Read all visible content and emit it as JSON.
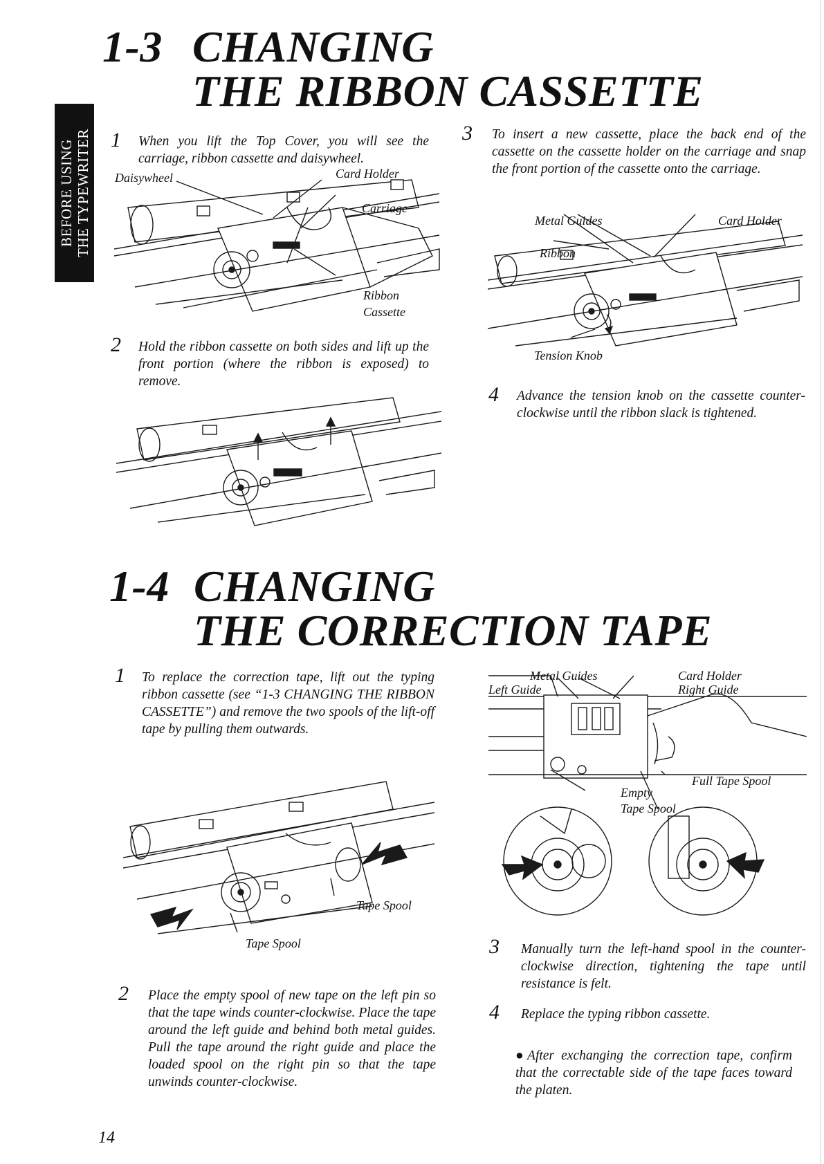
{
  "side_tab": {
    "line1": "BEFORE USING",
    "line2": "THE TYPEWRITER"
  },
  "section_3": {
    "number": "1-3",
    "title_line1": "CHANGING",
    "title_line2": "THE RIBBON CASSETTE",
    "steps": [
      {
        "num": "1",
        "text": "When you lift the Top Cover, you will see the carriage, ribbon cassette and daisywheel."
      },
      {
        "num": "2",
        "text": "Hold the ribbon cassette on both sides and lift up the front portion (where the ribbon is exposed) to remove."
      },
      {
        "num": "3",
        "text": "To insert a new cassette, place the back end of the cassette on the cassette holder on the carriage and snap the front portion of the cassette onto the carriage."
      },
      {
        "num": "4",
        "text": "Advance the tension knob on the cassette counter-clockwise until the ribbon slack is tightened."
      }
    ],
    "fig1_labels": {
      "daisywheel": "Daisywheel",
      "card_holder": "Card Holder",
      "carriage": "Carriage",
      "ribbon": "Ribbon",
      "cassette": "Cassette"
    },
    "fig3_labels": {
      "metal_guides": "Metal Guides",
      "card_holder": "Card Holder",
      "ribbon": "Ribbon",
      "tension_knob": "Tension Knob"
    }
  },
  "section_4": {
    "number": "1-4",
    "title_line1": "CHANGING",
    "title_line2": "THE CORRECTION TAPE",
    "steps": [
      {
        "num": "1",
        "text": "To replace the correction tape, lift out the typing ribbon cassette (see “1-3 CHANGING THE RIBBON CASSETTE”) and remove the two spools of the lift-off tape by pulling them outwards."
      },
      {
        "num": "2",
        "text": "Place the empty spool of new tape on the left pin so that the tape winds counter-clockwise. Place the tape around the left guide and behind both metal guides. Pull the tape around the right guide and place the loaded spool on the right pin so that the tape unwinds counter-clockwise."
      },
      {
        "num": "3",
        "text": "Manually turn the left-hand spool in the counter-clockwise direction, tightening the tape until resistance is felt."
      },
      {
        "num": "4",
        "text": "Replace the typing ribbon cassette."
      }
    ],
    "note": "●After exchanging the correction tape, confirm that the correctable side of the tape faces toward the platen.",
    "fig1_labels": {
      "tape_spool_right": "Tape Spool",
      "tape_spool_left": "Tape Spool"
    },
    "fig2_labels": {
      "metal_guides": "Metal Guides",
      "card_holder": "Card Holder",
      "left_guide": "Left Guide",
      "right_guide": "Right Guide",
      "full_tape_spool": "Full Tape Spool",
      "empty": "Empty",
      "tape_spool": "Tape Spool"
    }
  },
  "page_number": "14"
}
